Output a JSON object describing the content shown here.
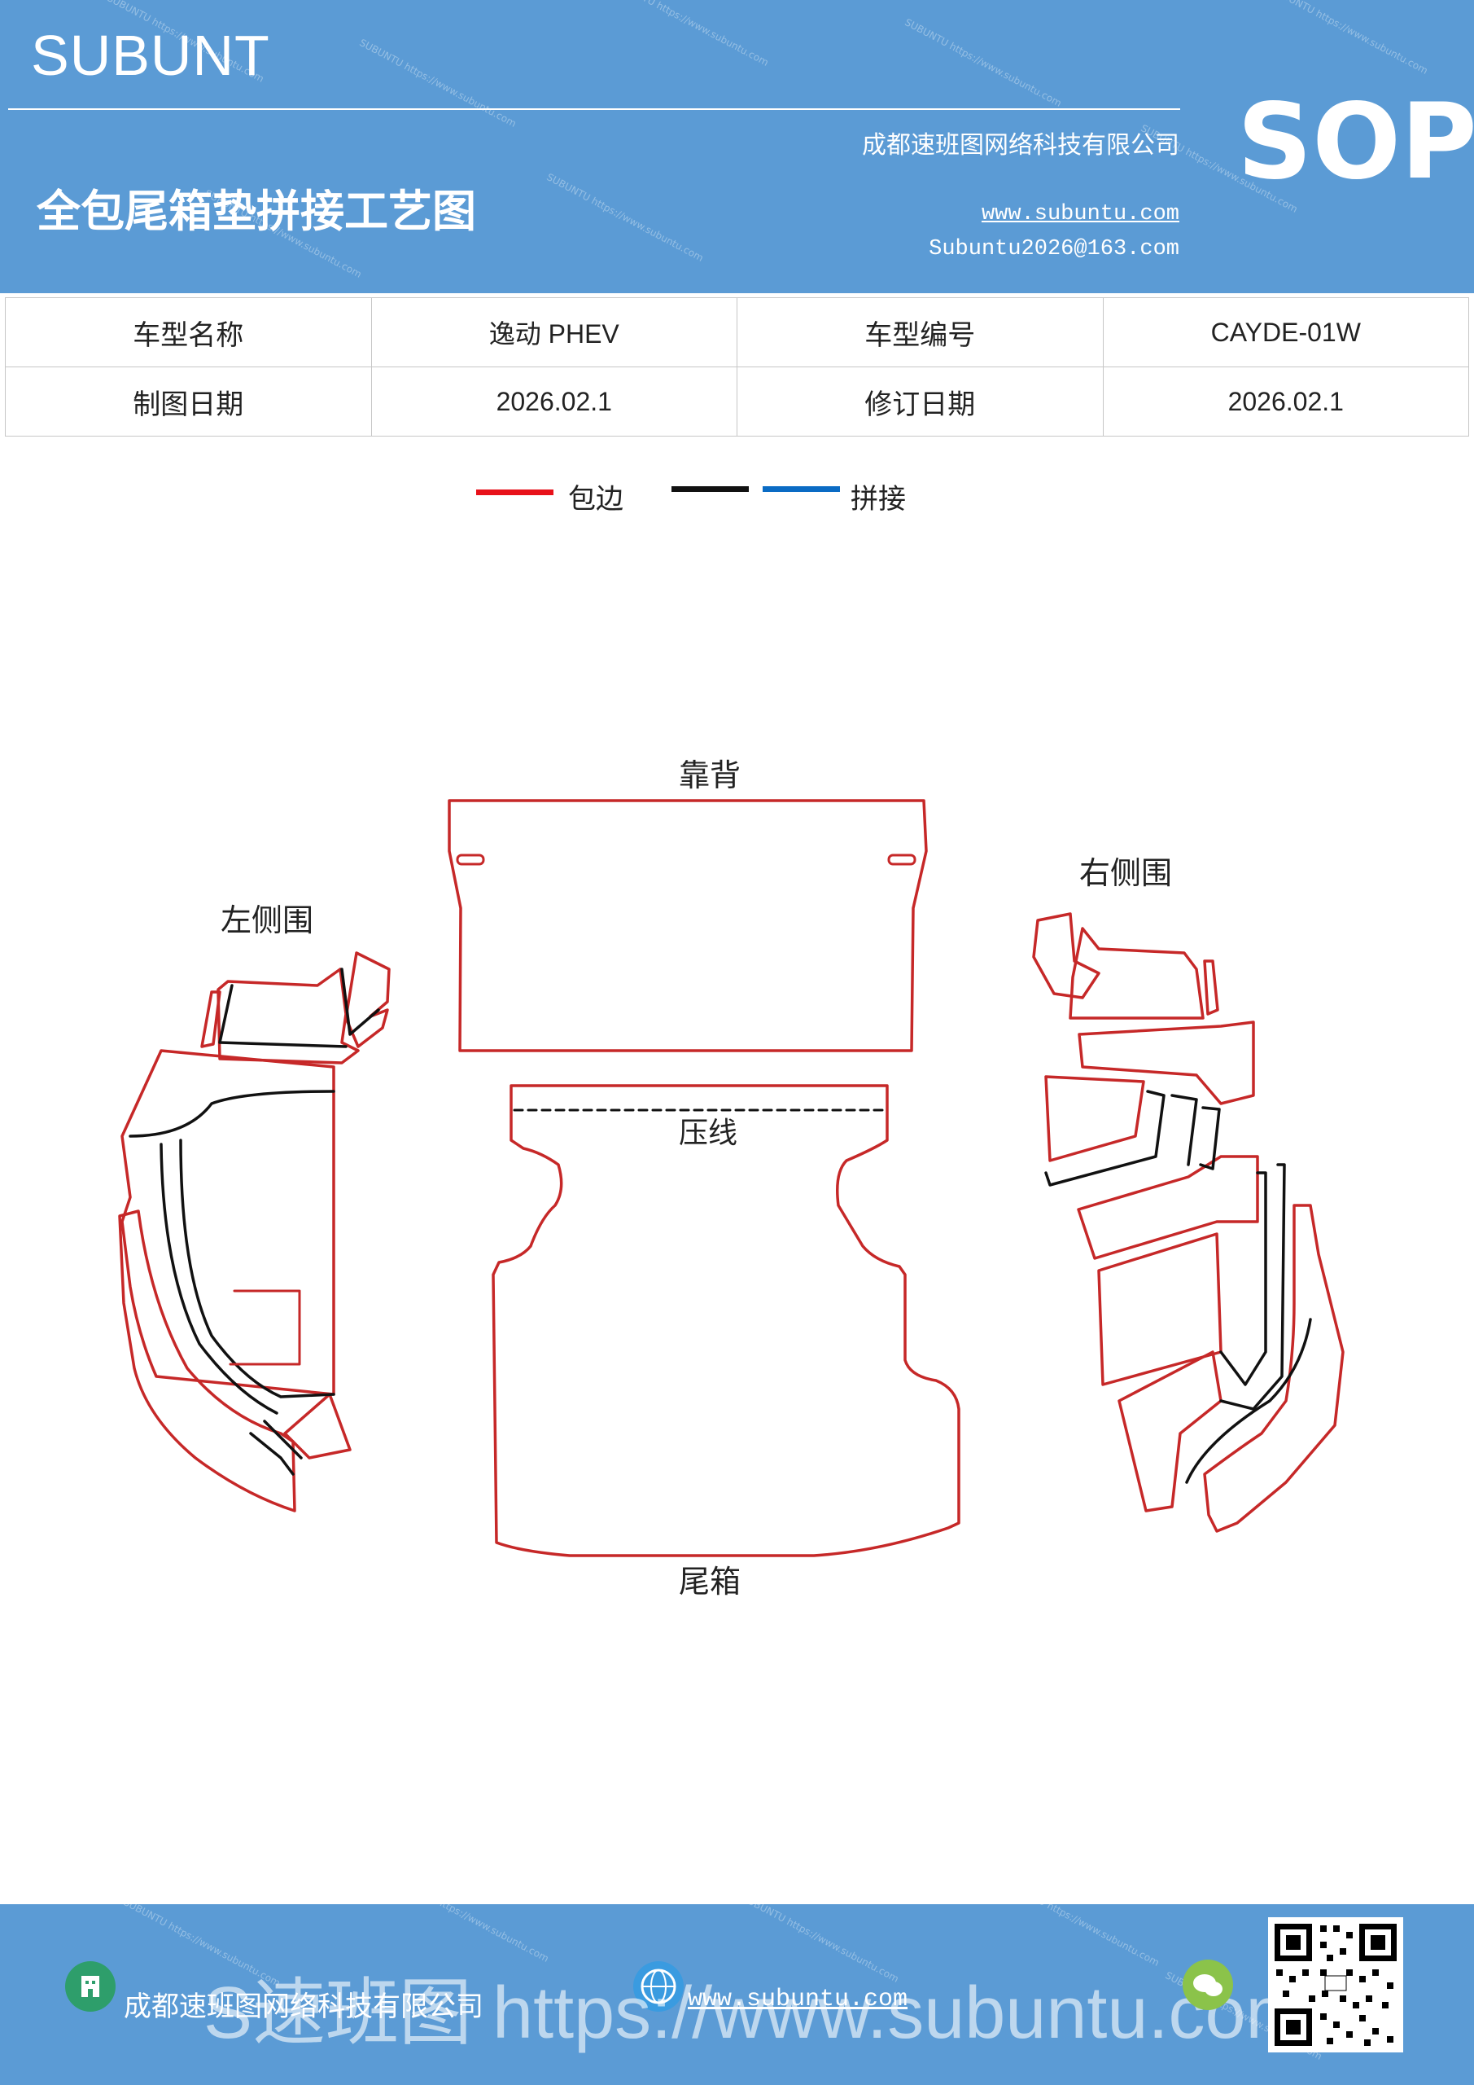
{
  "header": {
    "brand": "SUBUNT",
    "title": "全包尾箱垫拼接工艺图",
    "company": "成都速班图网络科技有限公司",
    "website": "www.subuntu.com",
    "email": "Subuntu2026@163.com",
    "badge": "SOP",
    "watermark": "SUBUNTU https://www.subuntu.com"
  },
  "info_table": {
    "rows": [
      [
        "车型名称",
        "逸动 PHEV",
        "车型编号",
        "CAYDE-01W"
      ],
      [
        "制图日期",
        "2026.02.1",
        "修订日期",
        "2026.02.1"
      ]
    ]
  },
  "legend": {
    "items": [
      {
        "label": "包边",
        "colors": [
          "#e8111a"
        ]
      },
      {
        "label": "拼接",
        "colors": [
          "#111111",
          "#0a6bc4"
        ]
      }
    ]
  },
  "diagram": {
    "labels": {
      "backrest": "靠背",
      "left_side": "左侧围",
      "right_side": "右侧围",
      "press_line": "压线",
      "trunk": "尾箱"
    },
    "edge_color": "#c62828",
    "seam_color": "#111111"
  },
  "footer": {
    "company": "成都速班图网络科技有限公司",
    "website": "www.subuntu.com",
    "overlay": "S速班图 https://www.subuntu.com"
  }
}
